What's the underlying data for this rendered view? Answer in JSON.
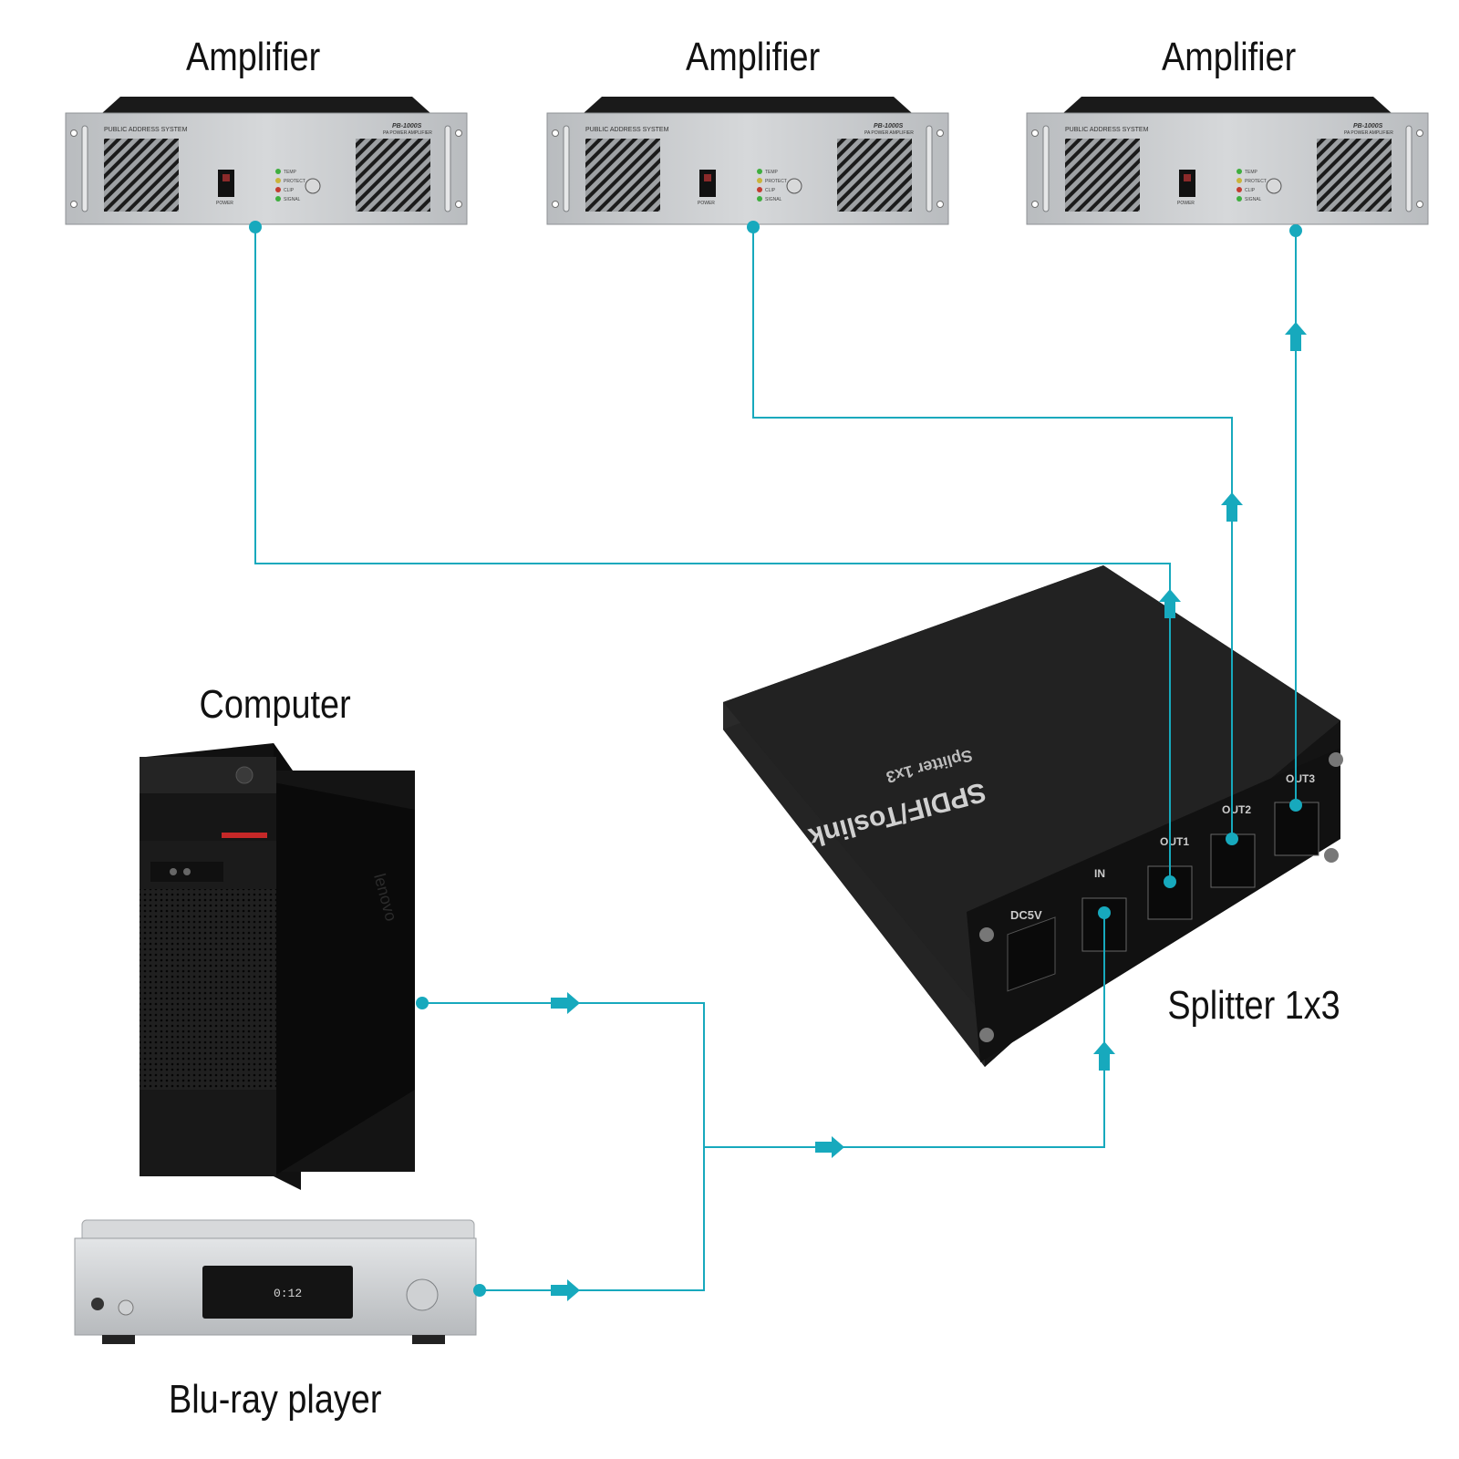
{
  "labels": {
    "amplifier_1": "Amplifier",
    "amplifier_2": "Amplifier",
    "amplifier_3": "Amplifier",
    "computer": "Computer",
    "bluray": "Blu-ray player",
    "splitter": "Splitter 1x3"
  },
  "amplifier_panel": {
    "system_text": "PUBLIC ADDRESS SYSTEM",
    "model_text": "PB-1000S",
    "model_sub_text": "PA POWER AMPLIFIER",
    "power_text": "POWER",
    "led_labels": [
      "TEMP",
      "PROTECT",
      "CLIP",
      "SIGNAL"
    ]
  },
  "computer_panel": {
    "brand_text": "lenovo"
  },
  "splitter_panel": {
    "title_text": "SPDIF/Toslink",
    "subtitle_text": "Splitter 1x3",
    "power_port_text": "DC5V",
    "input_port_text": "IN",
    "output_ports": [
      "OUT1",
      "OUT2",
      "OUT3"
    ]
  },
  "bluray_panel": {
    "display_text": "0:12"
  },
  "colors": {
    "connector": "#17a9bd",
    "amplifier_face": "#c9cccf",
    "device_dark": "#1c1c1c"
  }
}
